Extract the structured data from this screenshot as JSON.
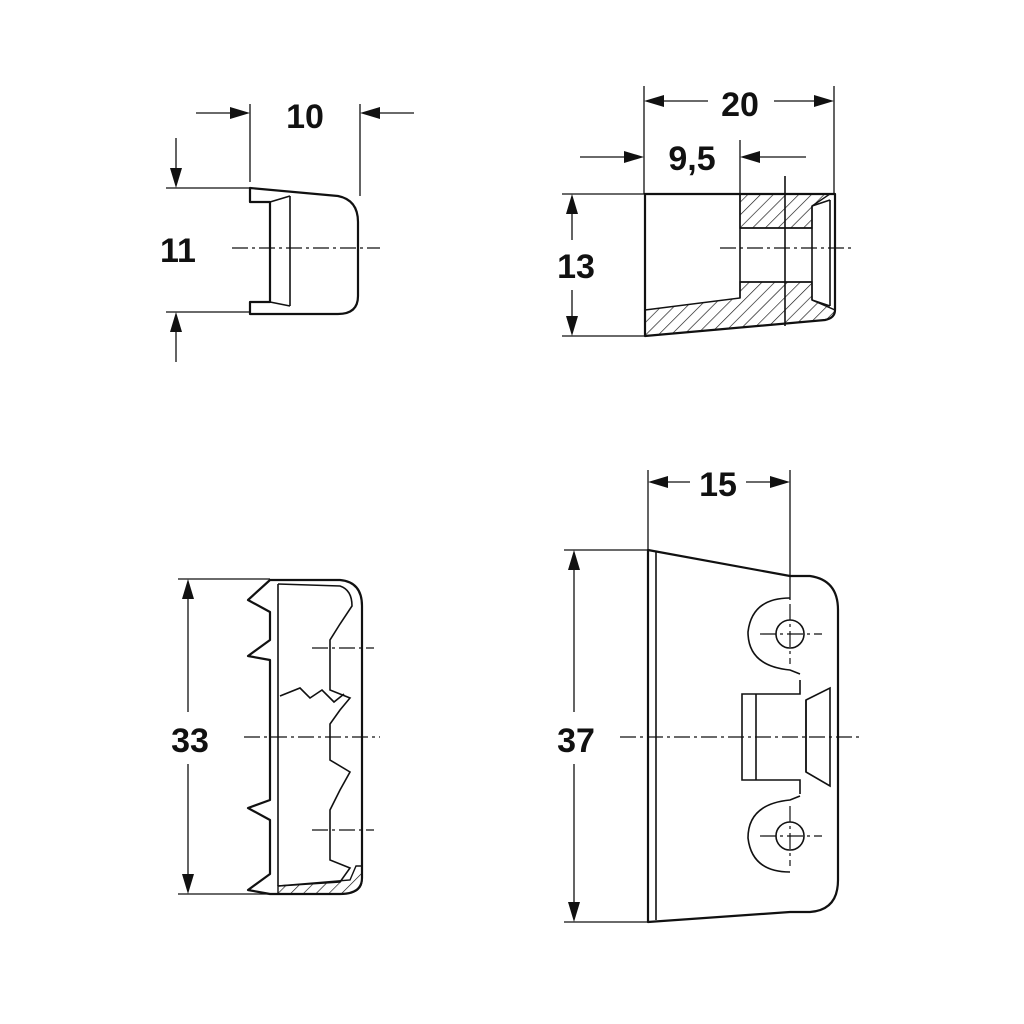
{
  "dimensions": {
    "top_left_width": "10",
    "top_left_height": "11",
    "top_right_total_width": "20",
    "top_right_inner_width": "9,5",
    "top_right_height": "13",
    "bottom_left_height": "33",
    "bottom_right_width": "15",
    "bottom_right_height": "37"
  }
}
